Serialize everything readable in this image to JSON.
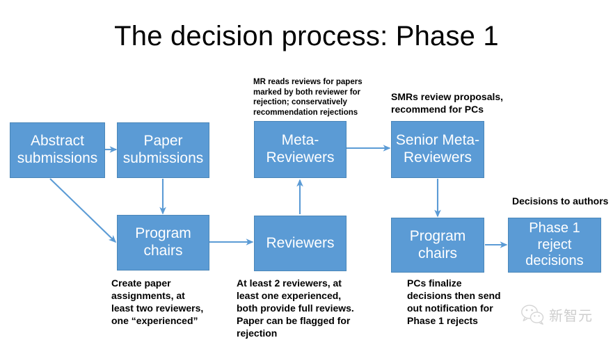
{
  "slide": {
    "title": "The decision process: Phase 1",
    "background_color": "#FFFFFF",
    "node_fill_color": "#5B9BD5",
    "node_border_color": "#4A86B8",
    "node_text_color": "#FFFFFF",
    "arrow_color": "#5B9BD5",
    "note_text_color": "#000000"
  },
  "nodes": [
    {
      "id": "abstract-submissions",
      "label": "Abstract\nsubmissions"
    },
    {
      "id": "paper-submissions",
      "label": "Paper\nsubmissions"
    },
    {
      "id": "meta-reviewers",
      "label": "Meta-\nReviewers"
    },
    {
      "id": "senior-meta-reviewers",
      "label": "Senior Meta-\nReviewers"
    },
    {
      "id": "program-chairs-1",
      "label": "Program\nchairs"
    },
    {
      "id": "reviewers",
      "label": "Reviewers"
    },
    {
      "id": "program-chairs-2",
      "label": "Program\nchairs"
    },
    {
      "id": "phase1-reject-decisions",
      "label": "Phase 1\nreject\ndecisions"
    }
  ],
  "notes": {
    "meta_reviewers_note": "MR reads reviews for papers\nmarked by both reviewer for\nrejection; conservatively\nrecommendation rejections",
    "smr_note": "SMRs review proposals,\nrecommend for PCs",
    "decisions_to_authors": "Decisions to authors",
    "program_chairs_note": "Create paper\nassignments, at\nleast two reviewers,\none “experienced”",
    "reviewers_note": "At least 2 reviewers, at\nleast one experienced,\nboth provide full reviews.\nPaper can be flagged for\nrejection",
    "pcs_note": "PCs finalize\ndecisions then send\nout notification for\nPhase 1 rejects"
  },
  "watermark": {
    "text": "新智元",
    "icon": "wechat-bubbles-icon"
  }
}
